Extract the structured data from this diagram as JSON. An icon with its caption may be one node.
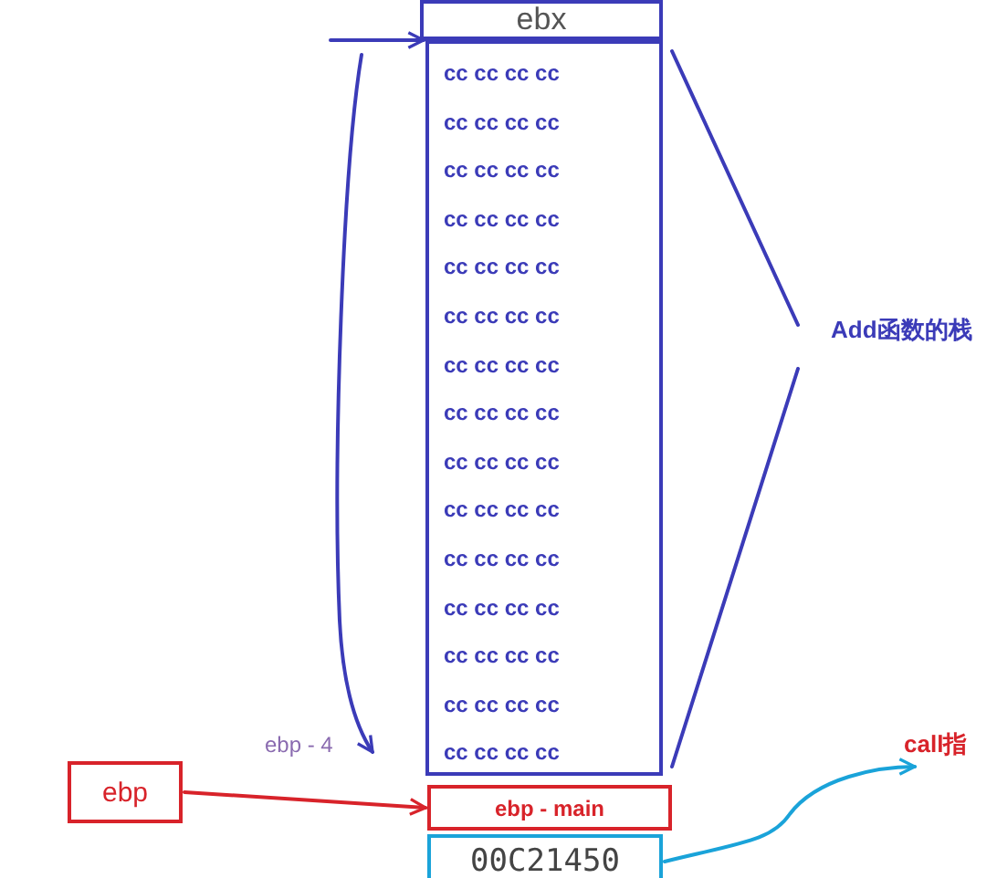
{
  "diagram": {
    "nodes": [
      {
        "text": [
          "ebx"
        ]
      },
      {
        "text": [
          "cc cc cc cc",
          "cc cc cc cc",
          "cc cc cc cc",
          "cc cc cc cc",
          "cc cc cc cc",
          "cc cc cc cc",
          "cc cc cc cc",
          "cc cc cc cc",
          "cc cc cc cc",
          "cc cc cc cc",
          "cc cc cc cc",
          "cc cc cc cc",
          "cc cc cc cc",
          "cc cc cc cc",
          "cc cc cc cc"
        ]
      },
      {
        "text": [
          "ebp - main"
        ]
      },
      {
        "text": [
          "00C21450"
        ]
      },
      {
        "text": [
          "ebp"
        ]
      },
      {
        "text": [
          "call指"
        ]
      }
    ],
    "edges": [
      {
        "from": null,
        "to": 1,
        "arrow": "to",
        "color": "#3b3bb8"
      },
      {
        "from": 4,
        "to": 2,
        "arrow": "to",
        "color": "#d8232a"
      },
      {
        "from": 3,
        "to": 5,
        "arrow": "to",
        "color": "#1aa3d9"
      }
    ],
    "labels": [
      "Add函数的栈",
      "ebp - 4"
    ]
  }
}
